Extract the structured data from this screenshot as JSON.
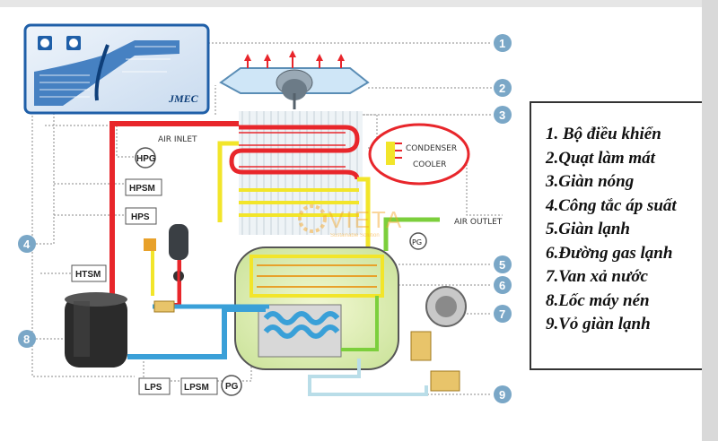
{
  "diagram": {
    "controller_brand": "JMEC",
    "labels": {
      "air_inlet": "AIR INLET",
      "air_outlet": "AIR OUTLET",
      "condenser": "CONDENSER",
      "cooler": "COOLER",
      "hpg": "HPG",
      "hpsm": "HPSM",
      "hps": "HPS",
      "htsm": "HTSM",
      "lps": "LPS",
      "lpsm": "LPSM",
      "pg_bottom": "PG",
      "pg_right": "PG"
    },
    "callouts": [
      "1",
      "2",
      "3",
      "4",
      "5",
      "6",
      "7",
      "8",
      "9"
    ],
    "watermark": {
      "brand": "VIETA",
      "tagline": "Sustainable Solution"
    }
  },
  "legend": {
    "items": [
      "1. Bộ điều khiển",
      "2.Quạt làm mát",
      "3.Giàn nóng",
      "4.Công tắc áp suất",
      "5.Giàn lạnh",
      "6.Đường gas lạnh",
      "7.Van xả nước",
      "8.Lốc máy nén",
      "9.Vỏ giàn lạnh"
    ]
  },
  "colors": {
    "hot_line": "#e8262b",
    "cold_line": "#3aa0d8",
    "air_line": "#f2e52a",
    "outlet_line": "#7ccf3c",
    "callout": "#7aa7c7",
    "panel": "#1f5fa8"
  }
}
